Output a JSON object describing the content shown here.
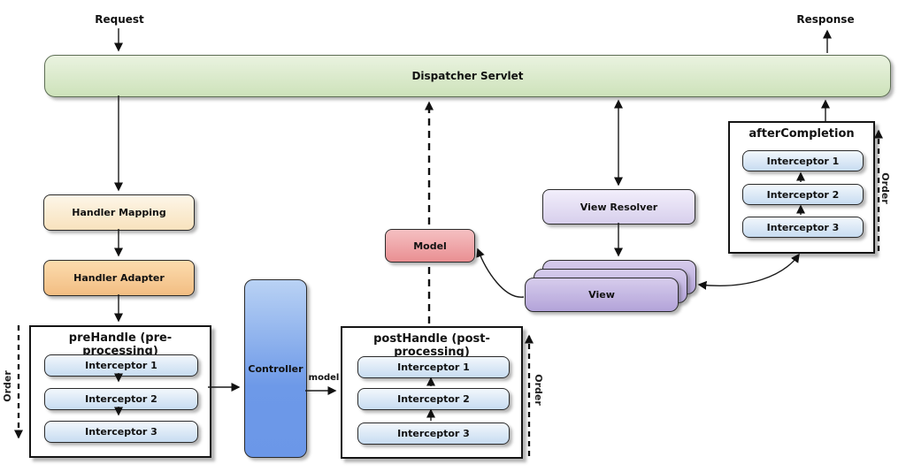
{
  "labels": {
    "request": "Request",
    "response": "Response",
    "model_arrow": "model"
  },
  "nodes": {
    "dispatcher_servlet": "Dispatcher Servlet",
    "handler_mapping": "Handler Mapping",
    "handler_adapter": "Handler Adapter",
    "controller": "Controller",
    "model": "Model",
    "view_resolver": "View Resolver",
    "view": "View"
  },
  "groups": {
    "prehandle": {
      "title": "preHandle (pre-processing)",
      "interceptors": [
        "Interceptor 1",
        "Interceptor 2",
        "Interceptor 3"
      ],
      "order_label": "Order"
    },
    "posthandle": {
      "title": "postHandle (post-processing)",
      "interceptors": [
        "Interceptor 1",
        "Interceptor 2",
        "Interceptor 3"
      ],
      "order_label": "Order"
    },
    "aftercompletion": {
      "title": "afterCompletion",
      "interceptors": [
        "Interceptor 1",
        "Interceptor 2",
        "Interceptor 3"
      ],
      "order_label": "Order"
    }
  },
  "colors": {
    "dispatcher_green": "#d9e8c7",
    "handler_mapping_cream": "#fbecd2",
    "handler_adapter_orange": "#f6cb97",
    "interceptor_blue": "#d5e4f5",
    "controller_blue": "#7da6ec",
    "model_red": "#efa6a9",
    "view_resolver_lavender": "#e4ddf4",
    "view_purple": "#c4b7e3",
    "line_black": "#1a1a1a"
  }
}
